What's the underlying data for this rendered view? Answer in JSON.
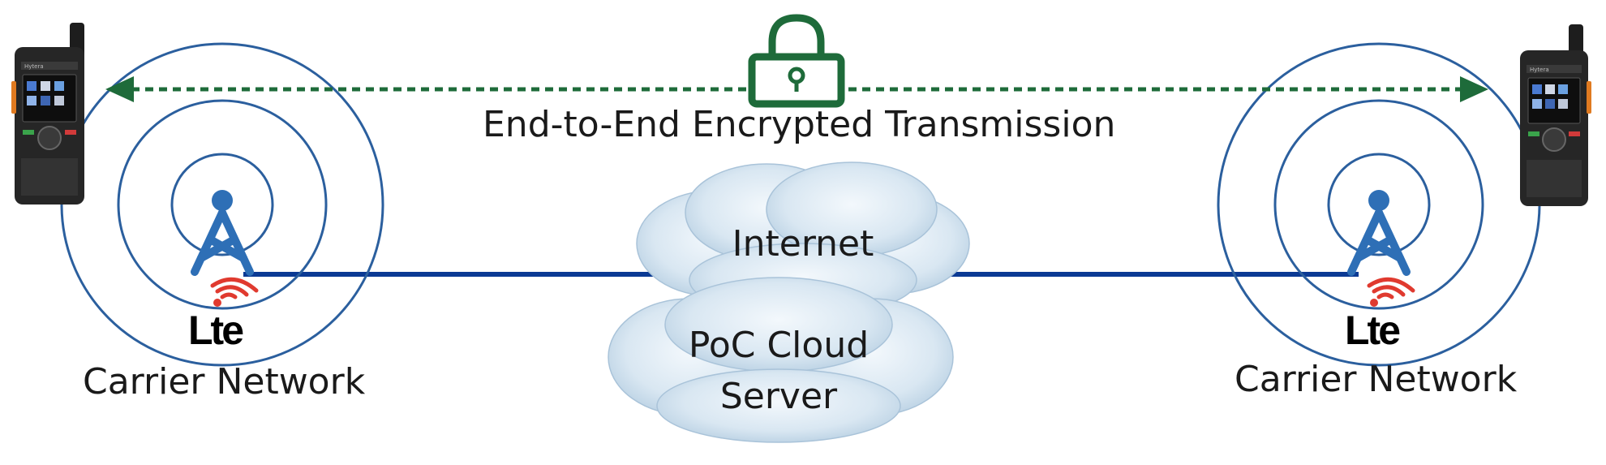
{
  "encryption": {
    "label": "End-to-End Encrypted Transmission"
  },
  "left_site": {
    "lte_logo": "Lte",
    "label": "Carrier Network"
  },
  "right_site": {
    "lte_logo": "Lte",
    "label": "Carrier Network"
  },
  "clouds": {
    "internet": "Internet",
    "poc_line1": "PoC Cloud",
    "poc_line2": "Server"
  },
  "radio": {
    "brand": "Hytera"
  },
  "icons": {
    "lock": "padlock-icon",
    "tower": "cell-tower-icon",
    "signal": "lte-signal-icon",
    "radio": "handheld-radio-icon"
  },
  "colors": {
    "link_line": "#0b3a94",
    "encryption": "#1e6b3a",
    "tower": "#2e6fb6",
    "signal": "#e03a2f",
    "rings": "#2b5f9e",
    "cloud": "#d2e3ef"
  }
}
